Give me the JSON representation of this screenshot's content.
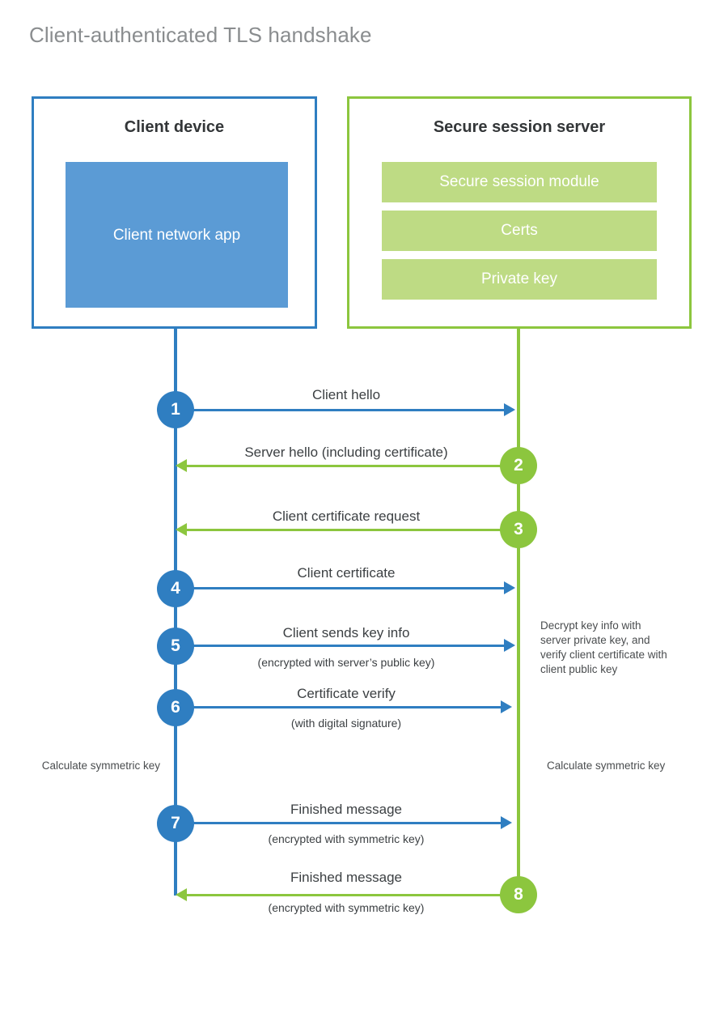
{
  "title": "Client-authenticated TLS handshake",
  "colors": {
    "client_accent": "#2f7ec1",
    "client_fill": "#5b9bd5",
    "server_accent": "#8cc63e",
    "server_fill": "#bedb84",
    "title_text": "#8a8d8f",
    "body_text": "#3c4043"
  },
  "participants": {
    "client": {
      "title": "Client device",
      "app_label": "Client network app"
    },
    "server": {
      "title": "Secure session server",
      "modules": [
        {
          "label": "Secure session module"
        },
        {
          "label": "Certs"
        },
        {
          "label": "Private key"
        }
      ]
    }
  },
  "steps": [
    {
      "number": "1",
      "label": "Client hello",
      "sublabel": "",
      "direction": "client-to-server",
      "color": "#2f7ec1"
    },
    {
      "number": "2",
      "label": "Server hello (including certificate)",
      "sublabel": "",
      "direction": "server-to-client",
      "color": "#8cc63e"
    },
    {
      "number": "3",
      "label": "Client certificate request",
      "sublabel": "",
      "direction": "server-to-client",
      "color": "#8cc63e"
    },
    {
      "number": "4",
      "label": "Client certificate",
      "sublabel": "",
      "direction": "client-to-server",
      "color": "#2f7ec1"
    },
    {
      "number": "5",
      "label": "Client sends key info",
      "sublabel": "(encrypted with server’s public key)",
      "direction": "client-to-server",
      "color": "#2f7ec1"
    },
    {
      "number": "6",
      "label": "Certificate verify",
      "sublabel": "(with digital signature)",
      "direction": "client-to-server",
      "color": "#2f7ec1"
    },
    {
      "number": "7",
      "label": "Finished message",
      "sublabel": "(encrypted with symmetric key)",
      "direction": "client-to-server",
      "color": "#2f7ec1"
    },
    {
      "number": "8",
      "label": "Finished message",
      "sublabel": "(encrypted with symmetric key)",
      "direction": "server-to-client",
      "color": "#8cc63e"
    }
  ],
  "notes": {
    "server_decrypt": "Decrypt key info with server private key, and verify client certificate with client public key",
    "client_calculate": "Calculate symmetric key",
    "server_calculate": "Calculate symmetric key"
  }
}
